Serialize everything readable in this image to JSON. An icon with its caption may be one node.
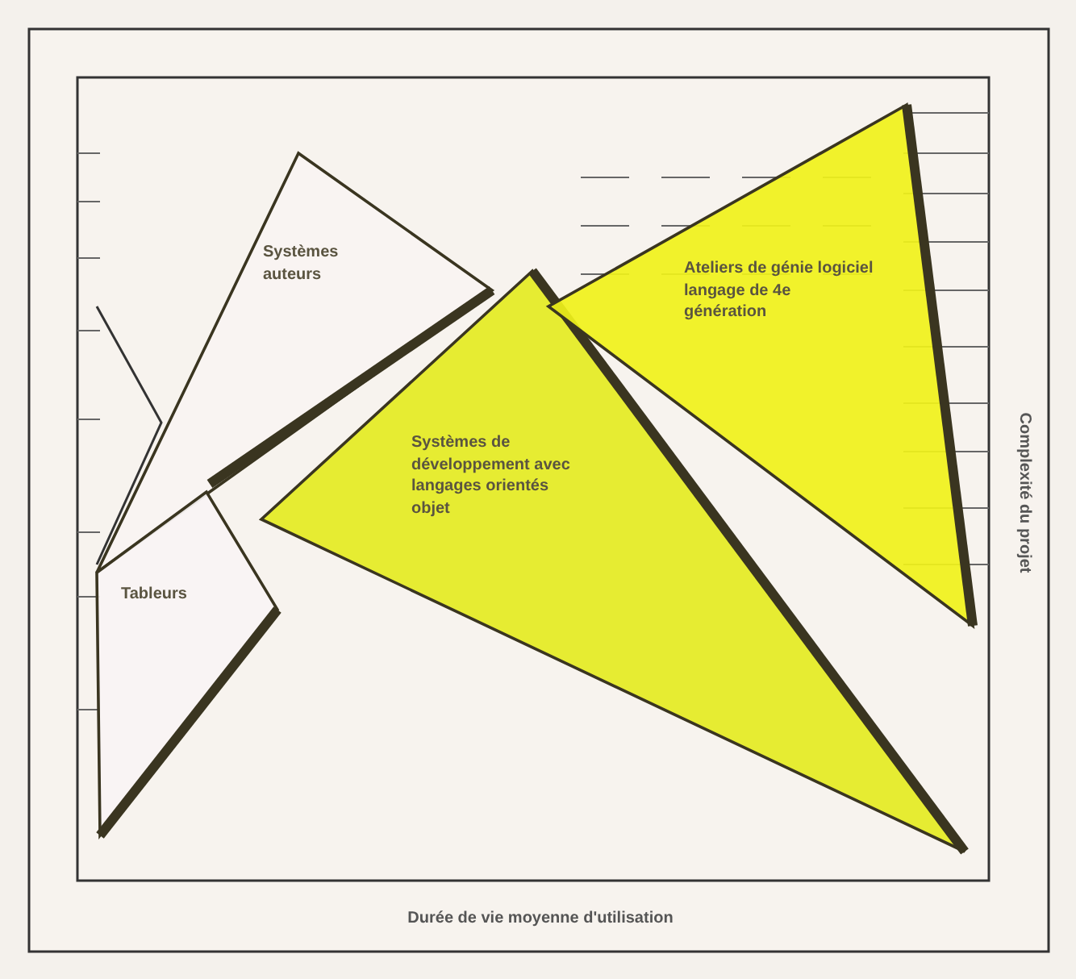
{
  "diagram": {
    "nodes": [
      {
        "text": [
          "Systèmes auteurs"
        ]
      },
      {
        "text": [
          "Tableurs"
        ]
      },
      {
        "text": [
          "Systèmes de développement avec langages orientés objet"
        ]
      },
      {
        "text": [
          "Ateliers de génie logiciel langage de 4e génération"
        ]
      }
    ],
    "labels": [
      "Durée de vie moyenne d'utilisation",
      "Complexité du projet"
    ]
  }
}
